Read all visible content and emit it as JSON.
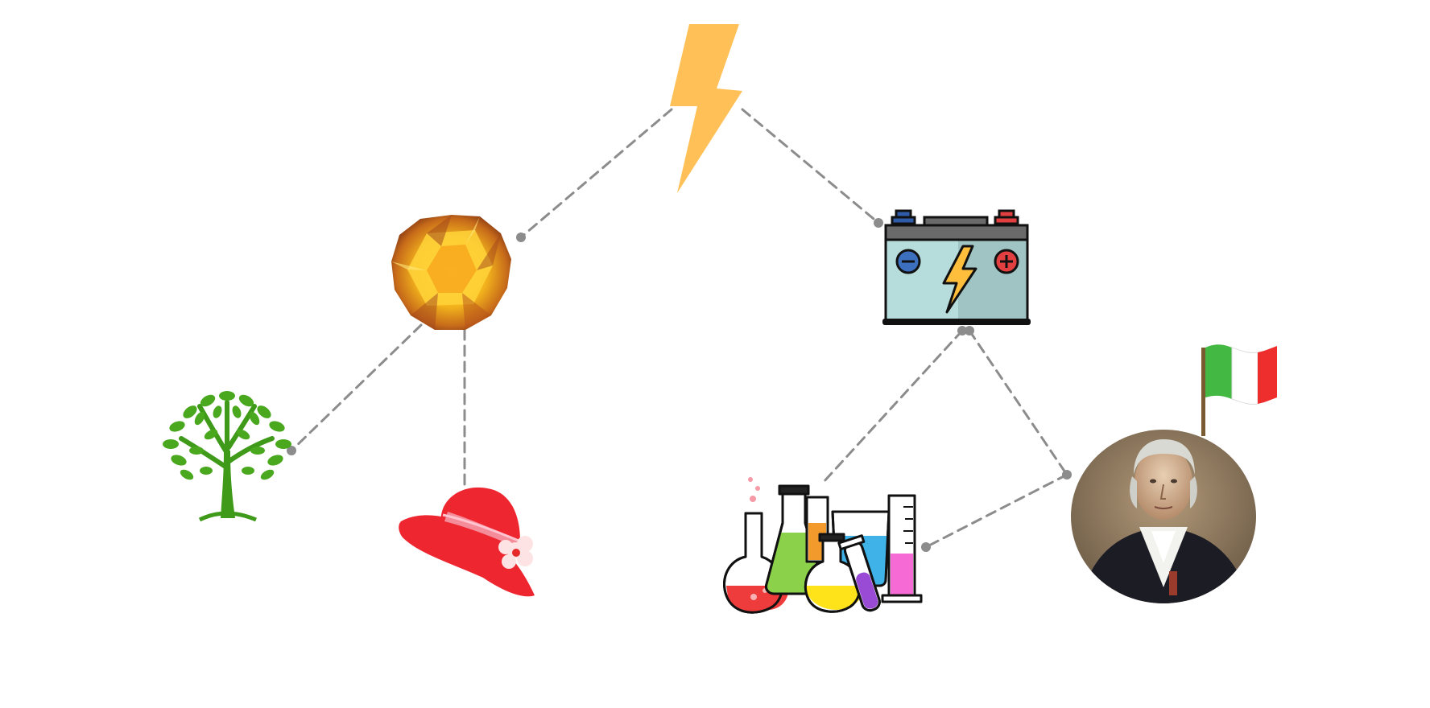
{
  "diagram": {
    "nodes": [
      {
        "id": "lightning",
        "icon": "lightning-bolt-icon"
      },
      {
        "id": "amber",
        "icon": "amber-gem-icon"
      },
      {
        "id": "battery",
        "icon": "car-battery-icon"
      },
      {
        "id": "tree",
        "icon": "tree-icon"
      },
      {
        "id": "hat",
        "icon": "red-sun-hat-icon"
      },
      {
        "id": "chemistry",
        "icon": "lab-glassware-icon"
      },
      {
        "id": "volta",
        "icon": "portrait-with-italian-flag-icon"
      }
    ],
    "edges": [
      {
        "from": "lightning",
        "to": "amber"
      },
      {
        "from": "lightning",
        "to": "battery"
      },
      {
        "from": "amber",
        "to": "tree"
      },
      {
        "from": "amber",
        "to": "hat"
      },
      {
        "from": "battery",
        "to": "chemistry"
      },
      {
        "from": "battery",
        "to": "volta"
      },
      {
        "from": "volta",
        "to": "chemistry"
      }
    ],
    "colors": {
      "connector": "#8c8c8c",
      "bolt": "#ffc157",
      "flag_green": "#43b943",
      "flag_white": "#ffffff",
      "flag_red": "#ee2d2d"
    }
  }
}
